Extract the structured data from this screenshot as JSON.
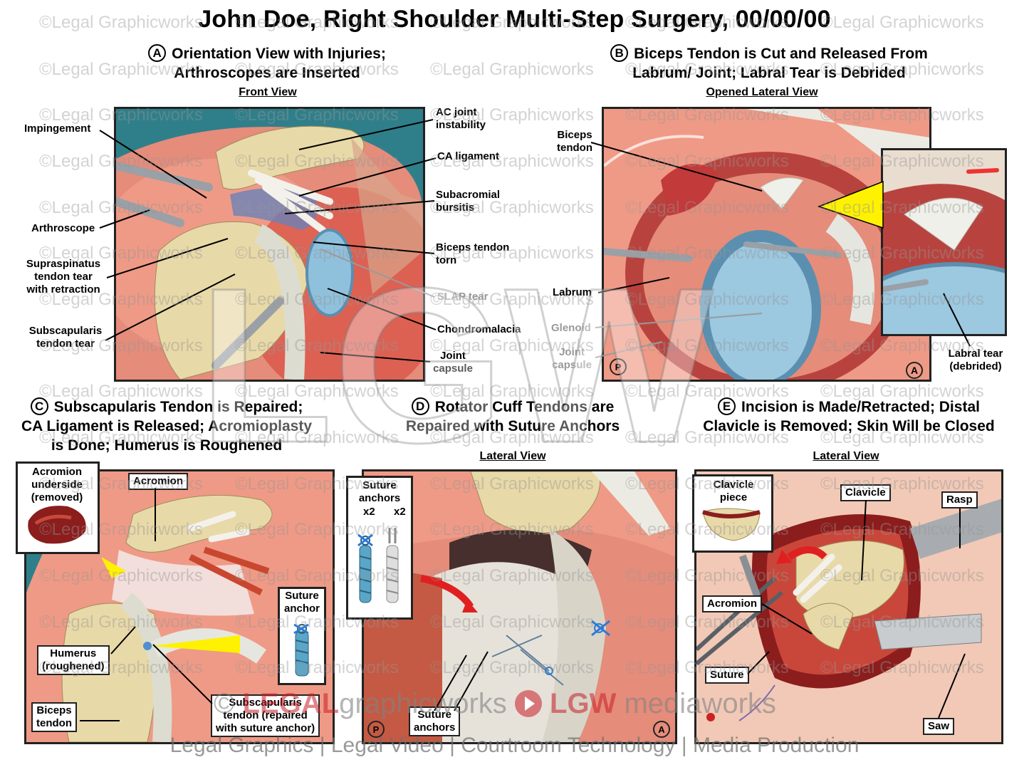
{
  "title": "John Doe, Right Shoulder Multi-Step Surgery, 00/00/00",
  "watermark": "©Legal Graphicworks",
  "panels": {
    "A": {
      "letter": "A",
      "heading": [
        "Orientation View with Injuries;",
        "Arthroscopes are Inserted"
      ],
      "view": "Front View",
      "labels": {
        "impingement": "Impingement",
        "arthroscope": "Arthroscope",
        "supraspinatus": [
          "Supraspinatus",
          "tendon tear",
          "with retraction"
        ],
        "subscapularis": [
          "Subscapularis",
          "tendon tear"
        ],
        "ac_joint": [
          "AC joint",
          "instability"
        ],
        "ca_ligament": "CA ligament",
        "subacromial": [
          "Subacromial",
          "bursitis"
        ],
        "biceps_torn": [
          "Biceps tendon",
          "torn"
        ],
        "slap": "SLAP tear",
        "chondromalacia": "Chondromalacia",
        "joint_capsule": [
          "Joint",
          "capsule"
        ]
      }
    },
    "B": {
      "letter": "B",
      "heading": [
        "Biceps Tendon is Cut and Released From",
        "Labrum/ Joint; Labral Tear is Debrided"
      ],
      "view": "Opened Lateral View",
      "labels": {
        "biceps": [
          "Biceps",
          "tendon"
        ],
        "labrum": "Labrum",
        "glenoid": "Glenoid",
        "joint_capsule": [
          "Joint",
          "capsule"
        ],
        "labral_tear": [
          "Labral tear",
          "(debrided)"
        ],
        "orient_p": "P",
        "orient_a": "A"
      }
    },
    "C": {
      "letter": "C",
      "heading": [
        "Subscapularis Tendon is Repaired;",
        "CA Ligament is Released; Acromioplasty",
        "is Done; Humerus is Roughened"
      ],
      "labels": {
        "acromion_under": [
          "Acromion",
          "underside",
          "(removed)"
        ],
        "acromion": "Acromion",
        "suture_anchor": [
          "Suture",
          "anchor"
        ],
        "humerus": [
          "Humerus",
          "(roughened)"
        ],
        "biceps": [
          "Biceps",
          "tendon"
        ],
        "subscap_repair": [
          "Subscapularis",
          "tendon (repaired",
          "with suture anchor)"
        ]
      }
    },
    "D": {
      "letter": "D",
      "heading": [
        "Rotator Cuff Tendons are",
        "Repaired with Suture Anchors"
      ],
      "view": "Lateral View",
      "labels": {
        "anchors_top": [
          "Suture",
          "anchors"
        ],
        "x2a": "x2",
        "x2b": "x2",
        "anchors_bottom": [
          "Suture",
          "anchors"
        ],
        "orient_p": "P",
        "orient_a": "A"
      }
    },
    "E": {
      "letter": "E",
      "heading": [
        "Incision is Made/Retracted; Distal",
        "Clavicle is Removed; Skin Will be Closed"
      ],
      "view": "Lateral View",
      "labels": {
        "clavicle_piece": [
          "Clavicle",
          "piece"
        ],
        "clavicle": "Clavicle",
        "rasp": "Rasp",
        "acromion": "Acromion",
        "suture": "Suture",
        "saw": "Saw"
      }
    }
  },
  "brand": {
    "legal": "LEGAL",
    "graphicworks": "graphicworks",
    "lgw": "LGW",
    "mediaworks": "mediaworks"
  },
  "tagline": "Legal Graphics | Legal Video | Courtroom Technology | Media Production",
  "big_logo": "LGW",
  "colors": {
    "tissue_red": "#d9564a",
    "bone": "#e8d9a8",
    "tendon": "#e6e6e0",
    "cartilage_blue": "#8fc1dd",
    "teal_bg": "#2f7f8a",
    "callout_yellow": "#fff200"
  }
}
